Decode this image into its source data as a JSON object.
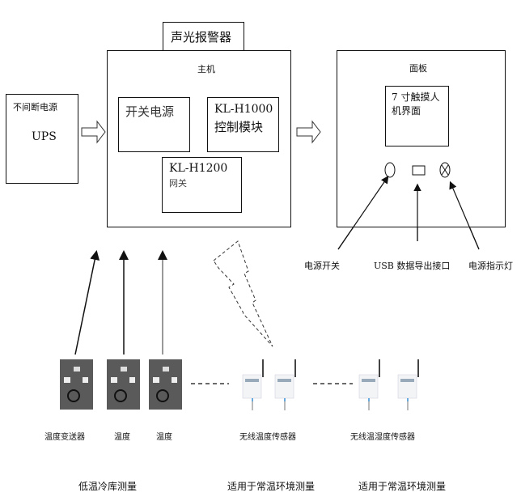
{
  "alarm": {
    "label": "声光报警器"
  },
  "ups": {
    "title": "不间断电源",
    "label": "UPS"
  },
  "host": {
    "title": "主机",
    "switch_power": "开关电源",
    "control_module_line1": "KL-H1000",
    "control_module_line2": "控制模块",
    "gateway_line1": "KL-H1200",
    "gateway_line2": "网关"
  },
  "panel": {
    "title": "面板",
    "touchscreen_line1": "7 寸触摸人",
    "touchscreen_line2": "机界面",
    "labels": {
      "power_switch": "电源开关",
      "usb_port": "USB 数据导出接口",
      "power_indicator": "电源指示灯"
    }
  },
  "sensors": {
    "wired": [
      "温度变送器",
      "温度",
      "温度"
    ],
    "wireless_temp": "无线温度传感器",
    "wireless_temp_humidity": "无线温湿度传感器"
  },
  "groups": {
    "cold_storage": "低温冷库测量",
    "normal_temp_1": "适用于常温环境测量",
    "normal_temp_2": "适用于常温环境测量"
  }
}
